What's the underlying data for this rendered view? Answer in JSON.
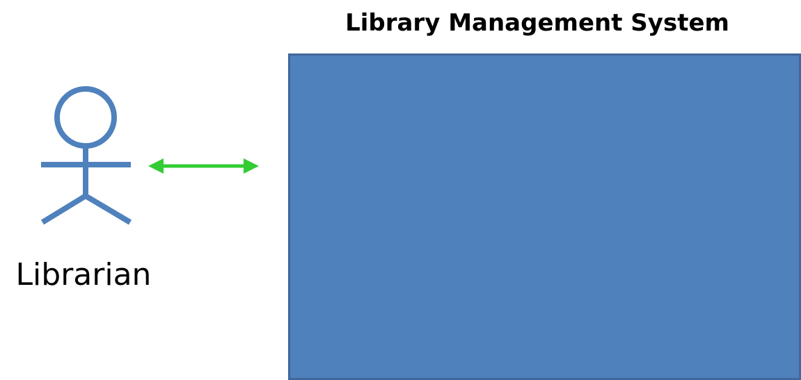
{
  "diagram": {
    "system": {
      "title": "Library Management System",
      "fill_color": "#4f81bd",
      "border_color": "#41679b"
    },
    "actor": {
      "label": "Librarian",
      "icon": "stick-figure-icon",
      "color": "#4f81bd"
    },
    "connector": {
      "type": "bidirectional-arrow",
      "color": "#33cc33"
    }
  }
}
